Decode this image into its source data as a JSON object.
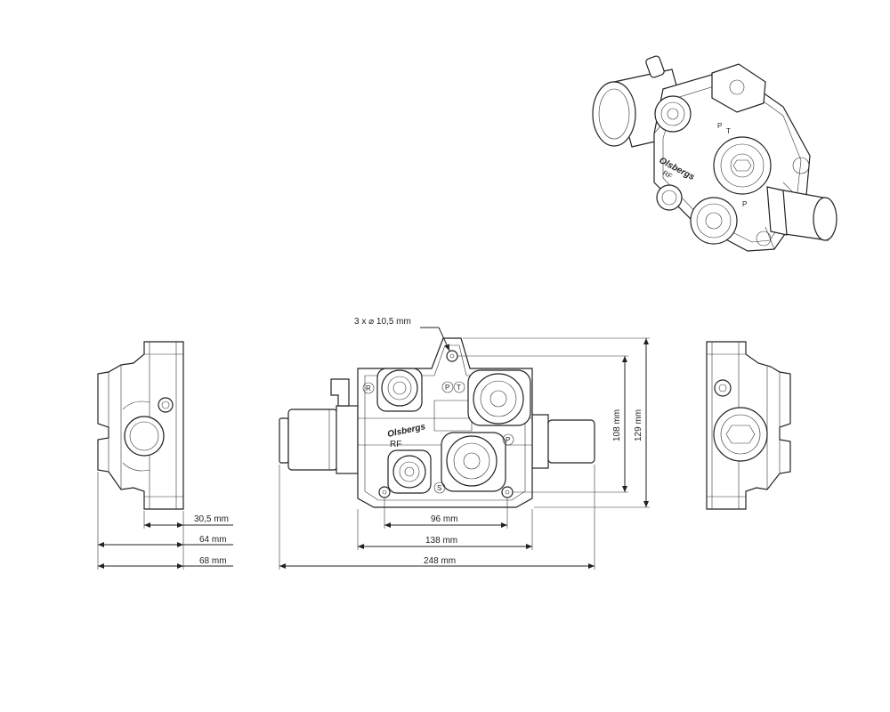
{
  "drawing": {
    "holes_note": "3 x ⌀ 10,5 mm",
    "brand": "Olsbergs",
    "model": "RF",
    "ports": {
      "r": "R",
      "p_top": "P",
      "t": "T",
      "p_right": "P",
      "s": "S"
    },
    "dimensions": {
      "d30": "30,5 mm",
      "d64": "64 mm",
      "d68": "68 mm",
      "d96": "96 mm",
      "d138": "138 mm",
      "d248": "248 mm",
      "d108": "108 mm",
      "d129": "129 mm"
    }
  }
}
